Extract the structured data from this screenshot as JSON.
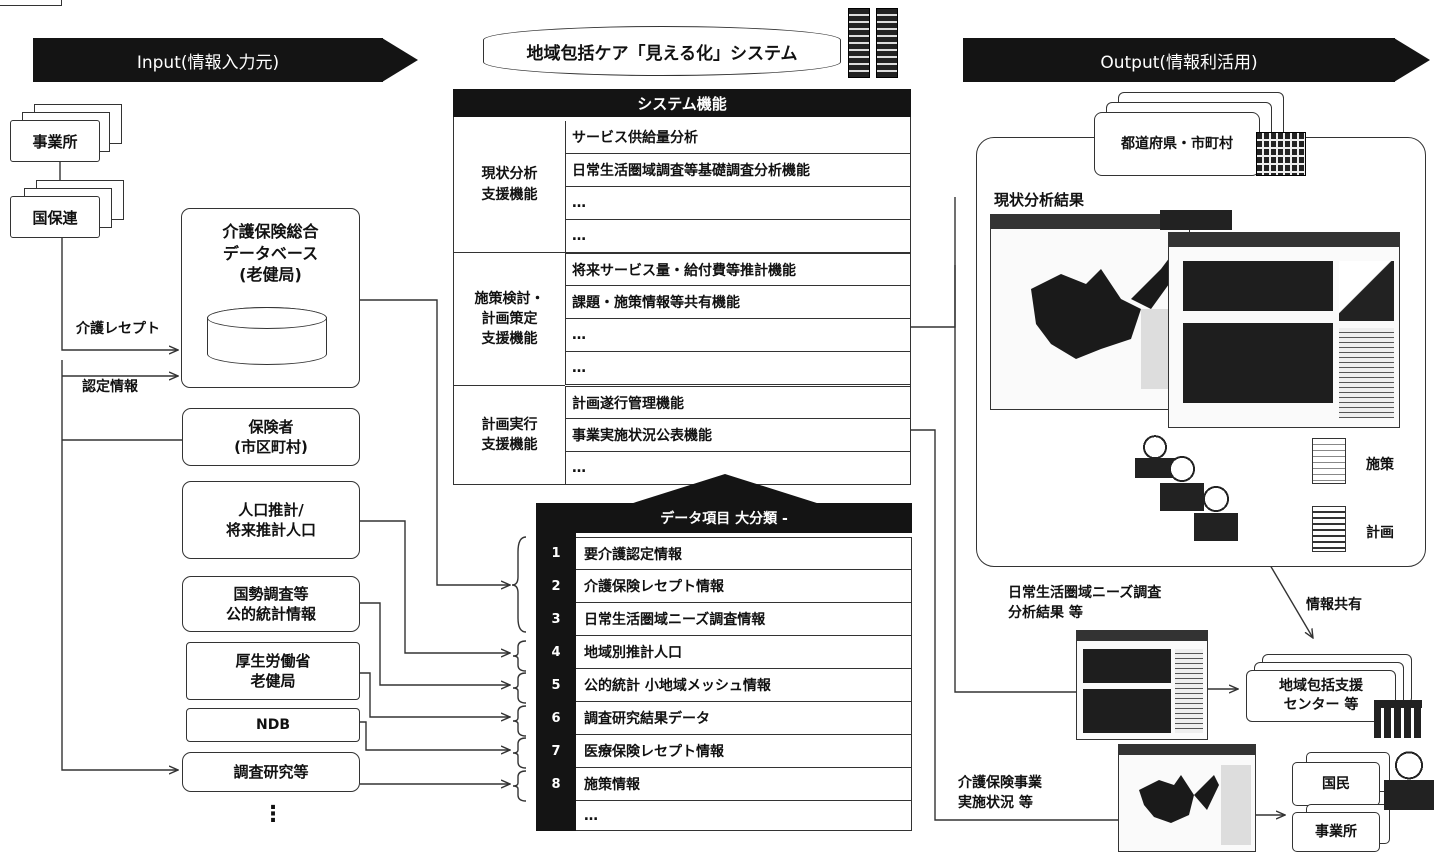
{
  "banners": {
    "input": "Input(情報入力元)",
    "output": "Output(情報利活用)"
  },
  "system_title": "地域包括ケア「見える化」システム",
  "input": {
    "jigyosho": "事業所",
    "kokuhoren": "国保連",
    "db": "介護保険総合\nデータベース\n(老健局)",
    "hokensha": "保険者\n(市区町村)",
    "jinko": "人口推計/\n将来推計人口",
    "kokusei": "国勢調査等\n公的統計情報",
    "kosei": "厚生労働省\n老健局",
    "ndb": "NDB",
    "chosa": "調査研究等",
    "more": "⋮",
    "label_receipt": "介護レセプト",
    "label_nintei": "認定情報"
  },
  "functions": {
    "header": "システム機能",
    "groups": [
      {
        "name": "現状分析\n支援機能",
        "items": [
          "サービス供給量分析",
          "日常生活圏域調査等基礎調査分析機能",
          "…",
          "…"
        ]
      },
      {
        "name": "施策検討・\n計画策定\n支援機能",
        "items": [
          "将来サービス量・給付費等推計機能",
          "課題・施策情報等共有機能",
          "…",
          "…"
        ]
      },
      {
        "name": "計画実行\n支援機能",
        "items": [
          "計画遂行管理機能",
          "事業実施状況公表機能",
          "…"
        ]
      }
    ]
  },
  "data_items": {
    "header": "データ項目 大分類 -",
    "rows": [
      {
        "num": "1",
        "label": "要介護認定情報"
      },
      {
        "num": "2",
        "label": "介護保険レセプト情報"
      },
      {
        "num": "3",
        "label": "日常生活圏域ニーズ調査情報"
      },
      {
        "num": "4",
        "label": "地域別推計人口"
      },
      {
        "num": "5",
        "label": "公的統計 小地域メッシュ情報"
      },
      {
        "num": "6",
        "label": "調査研究結果データ"
      },
      {
        "num": "7",
        "label": "医療保険レセプト情報"
      },
      {
        "num": "8",
        "label": "施策情報"
      },
      {
        "num": "",
        "label": "…"
      }
    ]
  },
  "output": {
    "todofuken": "都道府県・市町村",
    "genjo": "現状分析結果",
    "shisaku": "施策",
    "keikaku": "計画",
    "joho_kyoyu": "情報共有",
    "needs": "日常生活圏域ニーズ調査\n分析結果 等",
    "center": "地域包括支援\nセンター 等",
    "kaigo": "介護保険事業\n実施状況 等",
    "kokumin": "国民",
    "jigyosho": "事業所"
  }
}
